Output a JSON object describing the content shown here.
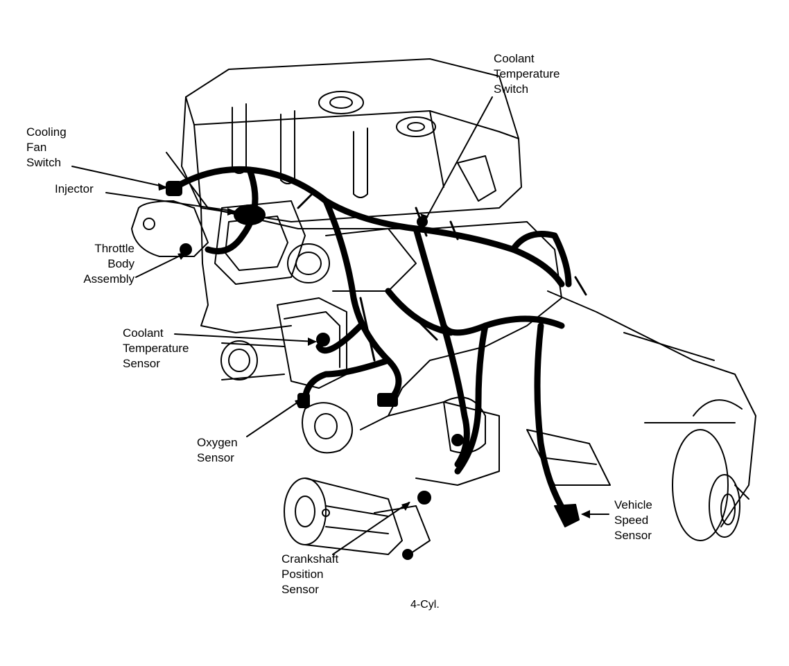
{
  "labels": {
    "coolant_temperature_switch": [
      "Coolant",
      "Temperature",
      "Switch"
    ],
    "cooling_fan_switch": [
      "Cooling",
      "Fan",
      "Switch"
    ],
    "injector": [
      "Injector"
    ],
    "throttle_body_assembly": [
      "Throttle",
      "Body",
      "Assembly"
    ],
    "coolant_temperature_sensor": [
      "Coolant",
      "Temperature",
      "Sensor"
    ],
    "oxygen_sensor": [
      "Oxygen",
      "Sensor"
    ],
    "crankshaft_position_sensor": [
      "Crankshaft",
      "Position",
      "Sensor"
    ],
    "vehicle_speed_sensor": [
      "Vehicle",
      "Speed",
      "Sensor"
    ]
  },
  "caption": "4-Cyl.",
  "colors": {
    "ink": "#000000",
    "paper": "#ffffff"
  }
}
